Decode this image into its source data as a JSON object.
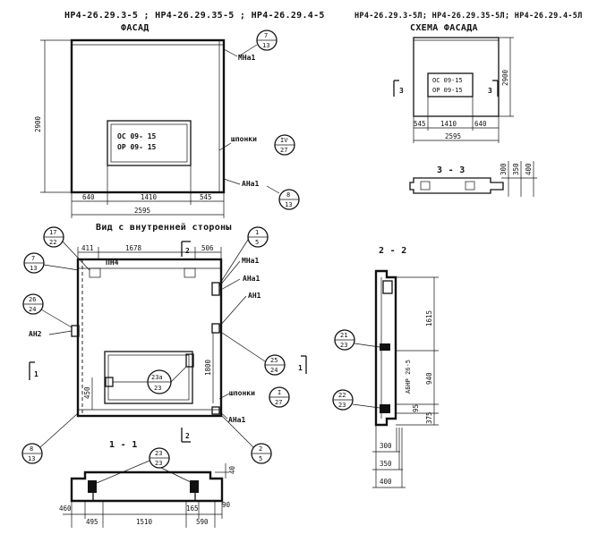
{
  "titles": {
    "main_marks": "НР4-26.29.3-5 ; НР4-26.29.35-5 ; НР4-26.29.4-5",
    "facade": "ФАСАД",
    "right_marks": "НР4-26.29.3-5Л; НР4-26.29.35-5Л; НР4-26.29.4-5Л",
    "facade_scheme": "СХЕМА ФАСАДА",
    "inner_view": "Вид с внутренней стороны",
    "section_2_2": "2 - 2",
    "section_3_3": "3 - 3",
    "section_1_1": "1 - 1"
  },
  "facade": {
    "window_text_1": "ОС 09- 15",
    "window_text_2": "ОР 09- 15",
    "height": "2900",
    "dims": [
      "640",
      "1410",
      "545"
    ],
    "total_width": "2595",
    "label_mna": "МНа1",
    "label_shponki": "шпонки",
    "label_ana": "АНа1",
    "callouts": [
      {
        "top": "7",
        "bottom": "13"
      },
      {
        "top": "IV",
        "bottom": "27"
      },
      {
        "top": "8",
        "bottom": "13"
      }
    ]
  },
  "scheme": {
    "window_text_1": "ОС 09-15",
    "window_text_2": "ОР 09-15",
    "height": "2900",
    "dims": [
      "545",
      "1410",
      "640"
    ],
    "total_width": "2595",
    "cut_left": "3",
    "cut_right": "3"
  },
  "section33": {
    "dims": [
      "300",
      "350",
      "400"
    ]
  },
  "inner": {
    "top_dims": [
      "411",
      "1678",
      "506"
    ],
    "label_pn": "ПН4",
    "label_mna": "МНа1",
    "label_ana_top": "АНа1",
    "label_an1": "АН1",
    "label_an2": "АН2",
    "label_shponki": "шпонки",
    "label_ana_bottom": "АНа1",
    "dim_1800": "1800",
    "dim_450": "450",
    "cut_1_left": "1",
    "cut_1_right": "1",
    "cut_2_top": "2",
    "cut_2_bottom": "2",
    "callouts": [
      {
        "top": "17",
        "bottom": "22"
      },
      {
        "top": "7",
        "bottom": "13"
      },
      {
        "top": "26",
        "bottom": "24"
      },
      {
        "top": "1",
        "bottom": "5"
      },
      {
        "top": "25",
        "bottom": "24"
      },
      {
        "top": "I",
        "bottom": "27"
      },
      {
        "top": "2",
        "bottom": "5"
      },
      {
        "top": "8",
        "bottom": "13"
      },
      {
        "top": "23а",
        "bottom": "23"
      }
    ]
  },
  "section22": {
    "dims_right": [
      "1615",
      "940",
      "95",
      "375"
    ],
    "dims_bottom": [
      "300",
      "350",
      "400"
    ],
    "label_abnr": "АБНР 26-5",
    "callouts": [
      {
        "top": "21",
        "bottom": "23"
      },
      {
        "top": "22",
        "bottom": "23"
      }
    ]
  },
  "section11": {
    "callout": {
      "top": "23",
      "bottom": "23"
    },
    "dims_bottom": [
      "460",
      "495",
      "1510",
      "165",
      "590",
      "90"
    ],
    "dim_40": "40"
  }
}
